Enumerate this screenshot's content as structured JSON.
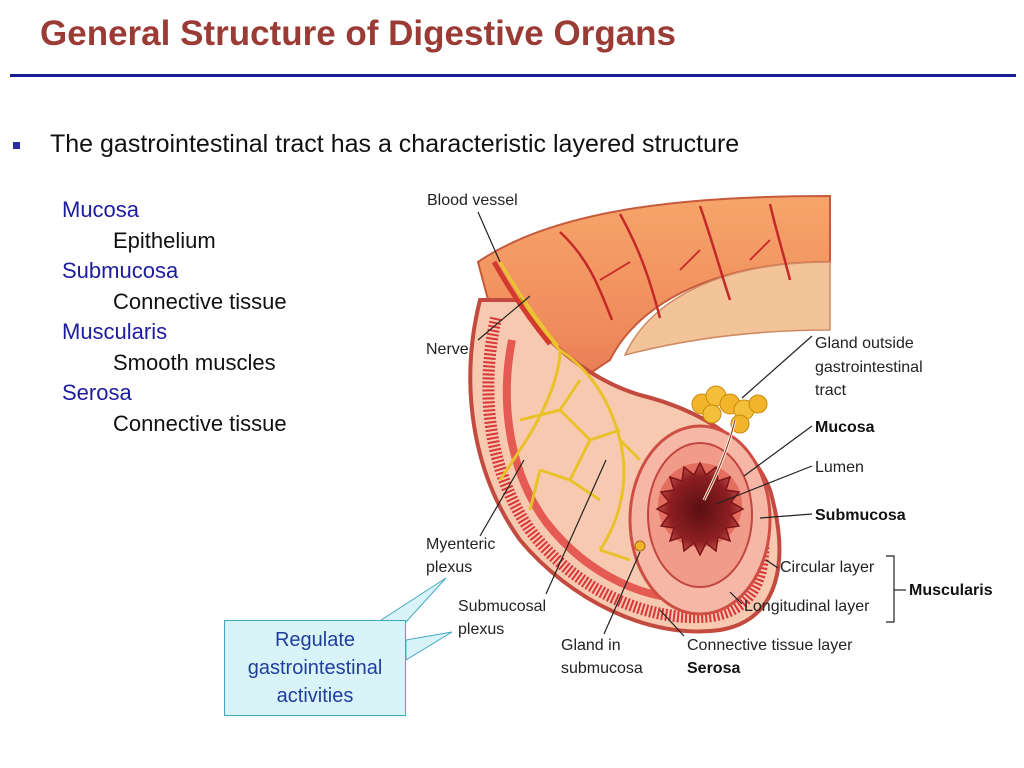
{
  "title": "General Structure of Digestive Organs",
  "bullet": "The gastrointestinal tract has a characteristic layered structure",
  "layers": [
    {
      "name": "Mucosa",
      "desc": "Epithelium"
    },
    {
      "name": "Submucosa",
      "desc": "Connective tissue"
    },
    {
      "name": "Muscularis",
      "desc": "Smooth muscles"
    },
    {
      "name": "Serosa",
      "desc": "Connective tissue"
    }
  ],
  "labels": {
    "blood_vessel": "Blood vessel",
    "nerve": "Nerve",
    "gland_outside": [
      "Gland outside",
      "gastrointestinal",
      "tract"
    ],
    "mucosa": "Mucosa",
    "lumen": "Lumen",
    "submucosa": "Submucosa",
    "circular_layer": "Circular layer",
    "longitudinal_layer": "Longitudinal layer",
    "muscularis": "Muscularis",
    "myenteric_plexus": [
      "Myenteric",
      "plexus"
    ],
    "submucosal_plexus": [
      "Submucosal",
      "plexus"
    ],
    "gland_in_submucosa": [
      "Gland in",
      "submucosa"
    ],
    "connective_tissue_layer": "Connective tissue layer",
    "serosa": "Serosa"
  },
  "callout": [
    "Regulate",
    "gastrointestinal",
    "activities"
  ],
  "colors": {
    "title": "#9b3b36",
    "rule": "#1a1e93",
    "layer_name": "#1c1c9e",
    "callout_fill": "#d9f4f8",
    "callout_border": "#43a9c2",
    "callout_text": "#1f3e9c"
  }
}
